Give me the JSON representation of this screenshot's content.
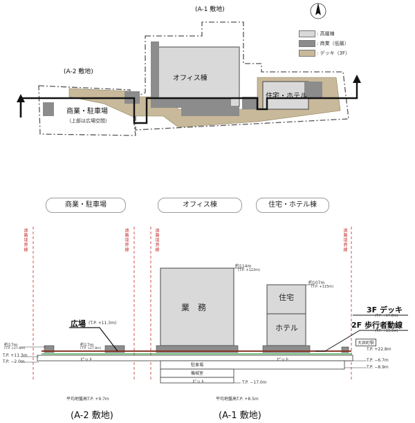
{
  "plan": {
    "site_a1_label": "(A-1 敷地)",
    "site_a2_label": "(A-2 敷地)",
    "office_label": "オフィス棟",
    "res_hotel_label": "住宅・ホテル",
    "commercial_parking_label": "商業・駐車場",
    "plaza_note": "（上部は広場空間）",
    "legend": [
      {
        "label": ": 高層棟",
        "color": "#d9d9d9"
      },
      {
        "label": ": 商業（低層）",
        "color": "#8c8c8c"
      },
      {
        "label": ": デッキ（3F）",
        "color": "#c8b99a"
      }
    ]
  },
  "section": {
    "pills": [
      "商業・駐車場",
      "オフィス棟",
      "住宅・ホテル棟"
    ],
    "boundary_label": "道路境界線",
    "business_label": "業　務",
    "residence_label": "住宅",
    "hotel_label": "ホテル",
    "plaza_label": "広場",
    "plaza_tp": "(T.P. +11.3m)",
    "office_height": "約114m",
    "office_tp": "(T.P. +122m)",
    "res_height": "約107m",
    "res_tp": "(T.P. +115m)",
    "deck_label": "3F デッキ",
    "deck_tp": "(T.P. +17.8m)",
    "walkway_label": "2F 歩行者動線",
    "walkway_tp": "(T.P. +13.3m)",
    "station_label": "大井町駅",
    "tp_station": "T.P. +22.8m",
    "left_height": "約17m",
    "left_tp": "(T.P. +27.8m)",
    "mid_height": "約17m",
    "mid_tp": "(T.P. +27.8m)",
    "tp_113": "T.P. +11.3m",
    "tp_m20": "T.P. −2.0m",
    "tp_m67": "T.P. −6.7m",
    "tp_m89": "T.P. −8.9m",
    "tp_m170": "T.P. −17.0m",
    "pit_label": "ピット",
    "parking_label": "駐車場",
    "machine_label": "機械室",
    "avg_a2": "平均地盤高T.P. +9.7m",
    "avg_a1": "平均地盤高T.P. +8.5m",
    "site_a2": "(A-2 敷地)",
    "site_a1": "(A-1 敷地)"
  },
  "colors": {
    "high_rise": "#d9d9d9",
    "commercial": "#8c8c8c",
    "deck": "#c8b99a",
    "boundary_red": "#c62828",
    "walkway_green": "#2e9e3e"
  },
  "icons": {
    "north": "north-arrow-icon"
  }
}
